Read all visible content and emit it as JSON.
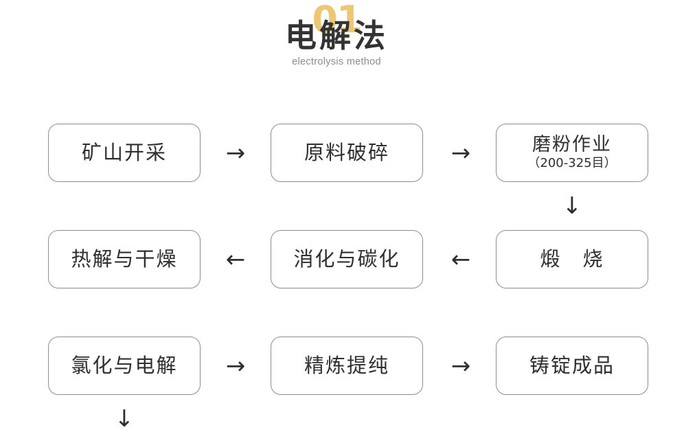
{
  "header": {
    "number": "01",
    "title": "电解法",
    "subtitle": "electrolysis method",
    "number_color": "#ecc875",
    "title_color": "#333333",
    "subtitle_color": "#8c8c8c"
  },
  "flow": {
    "border_color": "#8d8d8d",
    "text_color": "#2f2f2f",
    "rows": [
      {
        "nodes": [
          {
            "label": "矿山开采",
            "sub": ""
          },
          {
            "label": "原料破碎",
            "sub": ""
          },
          {
            "label": "磨粉作业",
            "sub": "（200-325目）"
          }
        ],
        "arrows": [
          "→",
          "→"
        ]
      },
      {
        "nodes": [
          {
            "label": "热解与干燥",
            "sub": ""
          },
          {
            "label": "消化与碳化",
            "sub": ""
          },
          {
            "label": "煅　烧",
            "sub": ""
          }
        ],
        "arrows": [
          "←",
          "←"
        ]
      },
      {
        "nodes": [
          {
            "label": "氯化与电解",
            "sub": ""
          },
          {
            "label": "精炼提纯",
            "sub": ""
          },
          {
            "label": "铸锭成品",
            "sub": ""
          }
        ],
        "arrows": [
          "→",
          "→"
        ]
      }
    ],
    "vertical_arrows": [
      {
        "glyph": "↓",
        "from": "磨粉作业",
        "to": "煅　烧"
      },
      {
        "glyph": "↓",
        "from": "热解与干燥",
        "to": "氯化与电解"
      }
    ]
  }
}
